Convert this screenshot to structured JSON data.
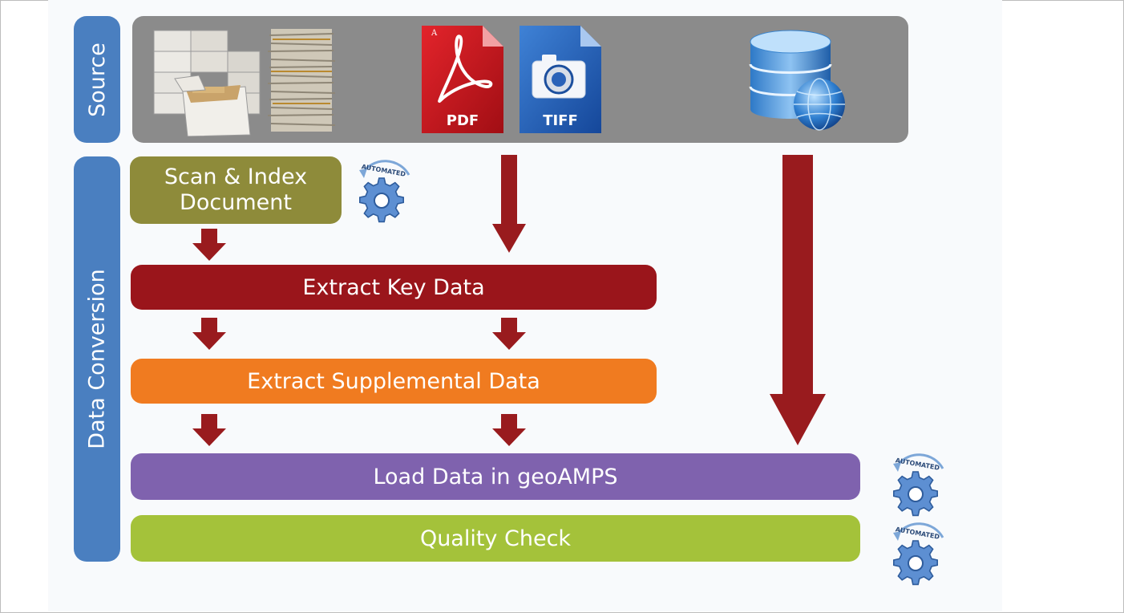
{
  "labels": {
    "source": "Source",
    "data_conversion": "Data Conversion"
  },
  "source_icons": {
    "pdf_label": "PDF",
    "tiff_label": "TIFF",
    "archive_icon": "archive-boxes-and-paper-stacks-icon",
    "database_icon": "database-globe-icon"
  },
  "steps": {
    "scan_index": "Scan & Index Document",
    "extract_key": "Extract Key Data",
    "extract_supplemental": "Extract Supplemental Data",
    "load_data": "Load Data in geoAMPS",
    "quality_check": "Quality Check"
  },
  "badges": {
    "automated": "AUTOMATED"
  },
  "colors": {
    "label_blue": "#4a7fc0",
    "source_gray": "#8b8b8b",
    "olive": "#8e8b3a",
    "dark_red": "#9a151b",
    "orange": "#f07b20",
    "purple": "#7f62ae",
    "lime": "#a4c23a",
    "arrow": "#991b1e"
  }
}
